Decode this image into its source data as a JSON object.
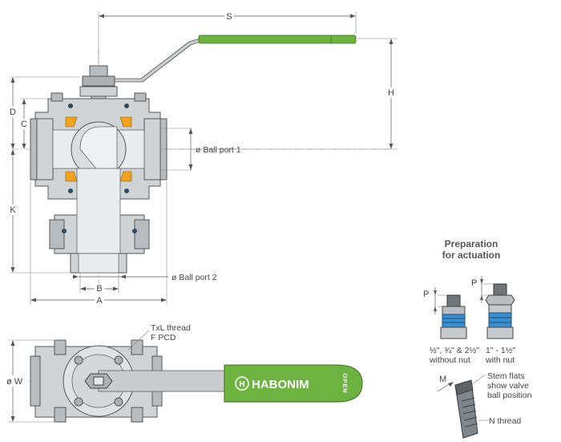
{
  "dimensions": {
    "S": "S",
    "H": "H",
    "D": "D",
    "C": "C",
    "K": "K",
    "B": "B",
    "A": "A",
    "W": "ø W",
    "M": "M",
    "P_left": "P",
    "P_right": "P"
  },
  "callouts": {
    "ball_port_1": "ø Ball port 1",
    "ball_port_2": "ø Ball port 2",
    "thread_line1": "TxL thread",
    "thread_line2": "F PCD",
    "stem_flats_line1": "Stem flats",
    "stem_flats_line2": "show valve",
    "stem_flats_line3": "ball position",
    "n_thread": "N thread"
  },
  "actuation": {
    "title_line1": "Preparation",
    "title_line2": "for actuation",
    "left_caption_line1": "½\", ¾\" & 2½\"",
    "left_caption_line2": "without nut",
    "right_caption_line1": "1\" - 1½\"",
    "right_caption_line2": "with nut"
  },
  "handle": {
    "brand": "HABONIM",
    "open_label": "OPEN",
    "handle_color": "#6db33f"
  },
  "colors": {
    "seat_color": "#f2a21b",
    "body_color": "#cfd3d6",
    "spring_color": "#3a8fd1"
  }
}
